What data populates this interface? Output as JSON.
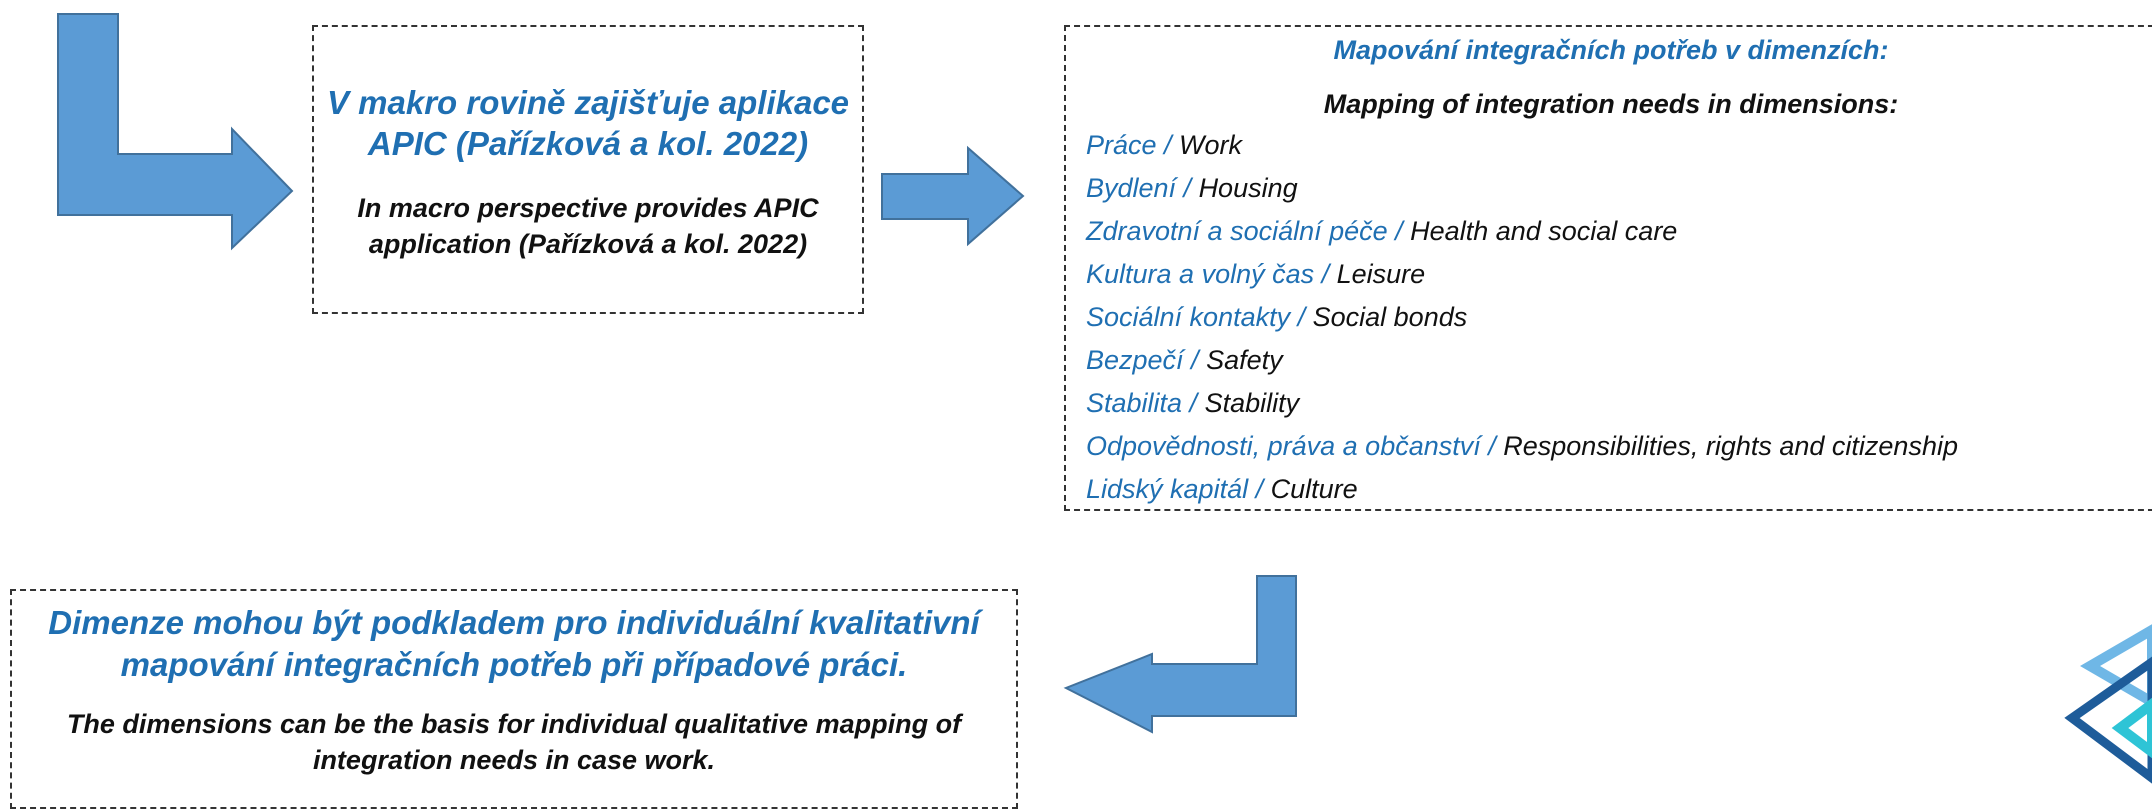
{
  "colors": {
    "arrow_fill": "#5b9bd5",
    "arrow_stroke": "#41719c",
    "accent_blue": "#1f6fb2",
    "text_black": "#111111"
  },
  "apic_box": {
    "title_cz": "V makro rovině zajišťuje aplikace APIC (Pařízková a kol. 2022)",
    "title_en": "In macro perspective provides APIC application (Pařízková a kol. 2022)"
  },
  "mapping_box": {
    "heading_cz": "Mapování integračních potřeb v dimenzích:",
    "heading_en": "Mapping of integration needs in dimensions:",
    "dimensions": [
      {
        "cz": "Práce / ",
        "en": "Work"
      },
      {
        "cz": "Bydlení / ",
        "en": "Housing"
      },
      {
        "cz": "Zdravotní a sociální péče / ",
        "en": "Health and social care"
      },
      {
        "cz": "Kultura a volný čas / ",
        "en": "Leisure"
      },
      {
        "cz": "Sociální kontakty / ",
        "en": "Social bonds"
      },
      {
        "cz": "Bezpečí / ",
        "en": "Safety"
      },
      {
        "cz": "Stabilita / ",
        "en": "Stability"
      },
      {
        "cz": "Odpovědnosti, práva a občanství / ",
        "en": "Responsibilities, rights and citizenship"
      },
      {
        "cz": "Lidský kapitál / ",
        "en": "Culture"
      }
    ]
  },
  "bottom_box": {
    "title_cz": "Dimenze mohou být podkladem pro individuální kvalitativní mapování integračních potřeb při případové práci.",
    "title_en": "The dimensions can be the basis for individual qualitative mapping of integration needs in case work."
  },
  "icons": {
    "logo": "layered-diamond-logo-icon"
  }
}
